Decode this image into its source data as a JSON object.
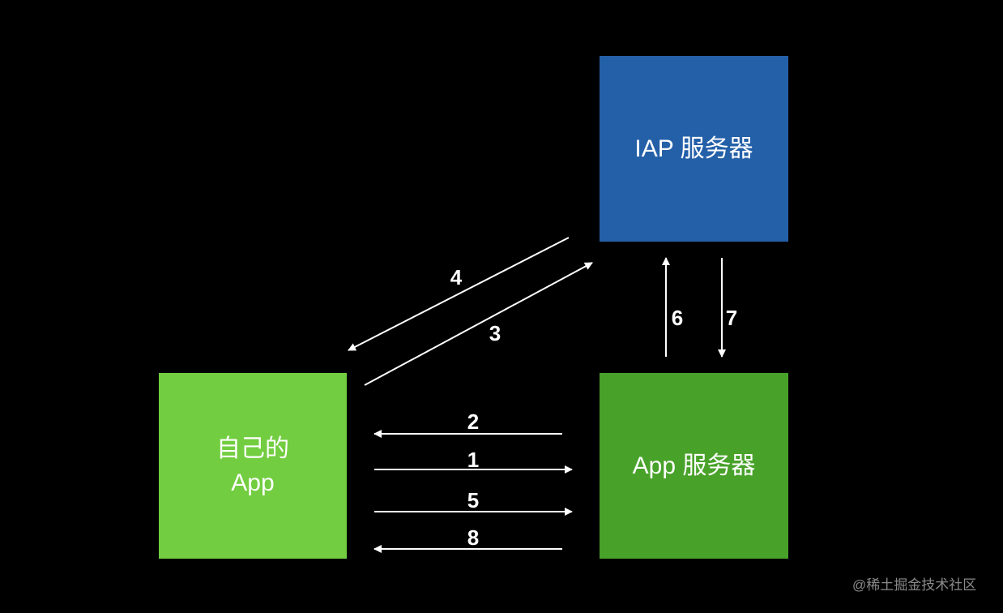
{
  "boxes": {
    "iap_server": {
      "label": "IAP 服务器",
      "color": "#2460A8"
    },
    "app_server": {
      "label": "App 服务器",
      "color": "#48A22A"
    },
    "own_app": {
      "label": "自己的\nApp",
      "color": "#72CD40"
    }
  },
  "arrows": {
    "a4": {
      "label": "4",
      "from": "iap_server",
      "to": "own_app"
    },
    "a3": {
      "label": "3",
      "from": "own_app",
      "to": "iap_server"
    },
    "a6": {
      "label": "6",
      "from": "app_server",
      "to": "iap_server"
    },
    "a7": {
      "label": "7",
      "from": "iap_server",
      "to": "app_server"
    },
    "a2": {
      "label": "2",
      "from": "app_server",
      "to": "own_app"
    },
    "a1": {
      "label": "1",
      "from": "own_app",
      "to": "app_server"
    },
    "a5": {
      "label": "5",
      "from": "own_app",
      "to": "app_server"
    },
    "a8": {
      "label": "8",
      "from": "app_server",
      "to": "own_app"
    }
  },
  "arrow_color": "#ffffff",
  "watermark": "@稀土掘金技术社区"
}
